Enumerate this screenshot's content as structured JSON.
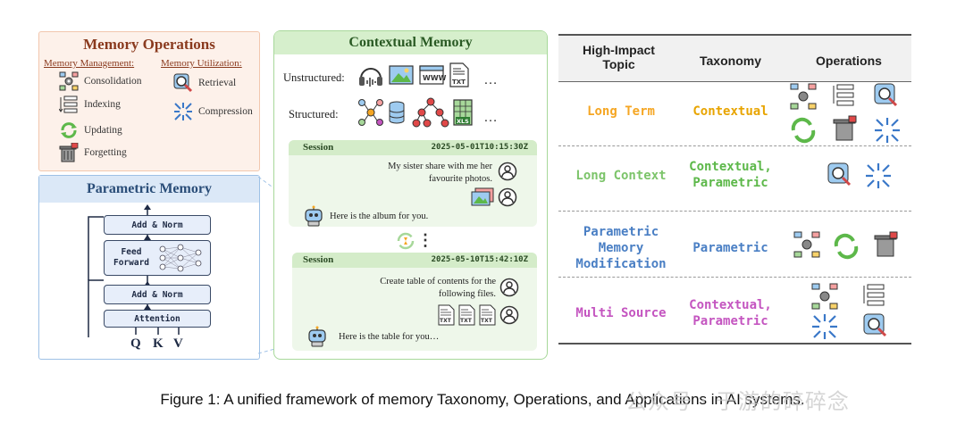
{
  "memory_operations": {
    "title": "Memory Operations",
    "management_label": "Memory Management:",
    "utilization_label": "Memory Utilization:",
    "management": [
      "Consolidation",
      "Indexing",
      "Updating",
      "Forgetting"
    ],
    "utilization": [
      "Retrieval",
      "Compression"
    ]
  },
  "parametric_memory": {
    "title": "Parametric Memory",
    "blocks": {
      "add_norm_top": "Add & Norm",
      "feed_forward_1": "Feed",
      "feed_forward_2": "Forward",
      "add_norm_bottom": "Add & Norm",
      "attention": "Attention"
    },
    "inputs": [
      "Q",
      "K",
      "V"
    ]
  },
  "contextual_memory": {
    "title": "Contextual Memory",
    "unstructured_label": "Unstructured:",
    "structured_label": "Structured:",
    "ellipsis": "…",
    "sessions": [
      {
        "title": "Session",
        "timestamp": "2025-05-01T10:15:30Z",
        "user_msg_1": "My sister share with me her",
        "user_msg_2": "favourite photos.",
        "bot_msg": "Here is the album for you."
      },
      {
        "title": "Session",
        "timestamp": "2025-05-10T15:42:10Z",
        "user_msg_1": "Create table of contents for the",
        "user_msg_2": "following files.",
        "bot_msg": "Here is the table for you…"
      }
    ],
    "vertical_dots": "⋮"
  },
  "table": {
    "headers": {
      "topic_1": "High-Impact",
      "topic_2": "Topic",
      "taxonomy": "Taxonomy",
      "operations": "Operations"
    },
    "rows": [
      {
        "topic": [
          "Long Term"
        ],
        "taxonomy": [
          "Contextual"
        ],
        "topic_color": "#f5a623",
        "taxonomy_color": "#e8a400"
      },
      {
        "topic": [
          "Long Context"
        ],
        "taxonomy": [
          "Contextual,",
          "Parametric"
        ],
        "topic_color": "#7cc46a",
        "taxonomy_color": "#5db84a"
      },
      {
        "topic": [
          "Parametric",
          "Memory",
          "Modification"
        ],
        "taxonomy": [
          "Parametric"
        ],
        "topic_color": "#4a7fc4",
        "taxonomy_color": "#4a7fc4"
      },
      {
        "topic": [
          "Multi Source"
        ],
        "taxonomy": [
          "Contextual,",
          "Parametric"
        ],
        "topic_color": "#c455c0",
        "taxonomy_color": "#c455c0"
      }
    ]
  },
  "caption": "Figure 1: A unified framework of memory Taxonomy, Operations, and Applications in AI systems.",
  "watermark": "公众号 · 于游的碎碎念",
  "colors": {
    "ops_bg": "#fdf1ea",
    "param_header": "#dbe8f7",
    "ctx_header": "#d6efcc",
    "session_bg": "#eef7ea"
  }
}
